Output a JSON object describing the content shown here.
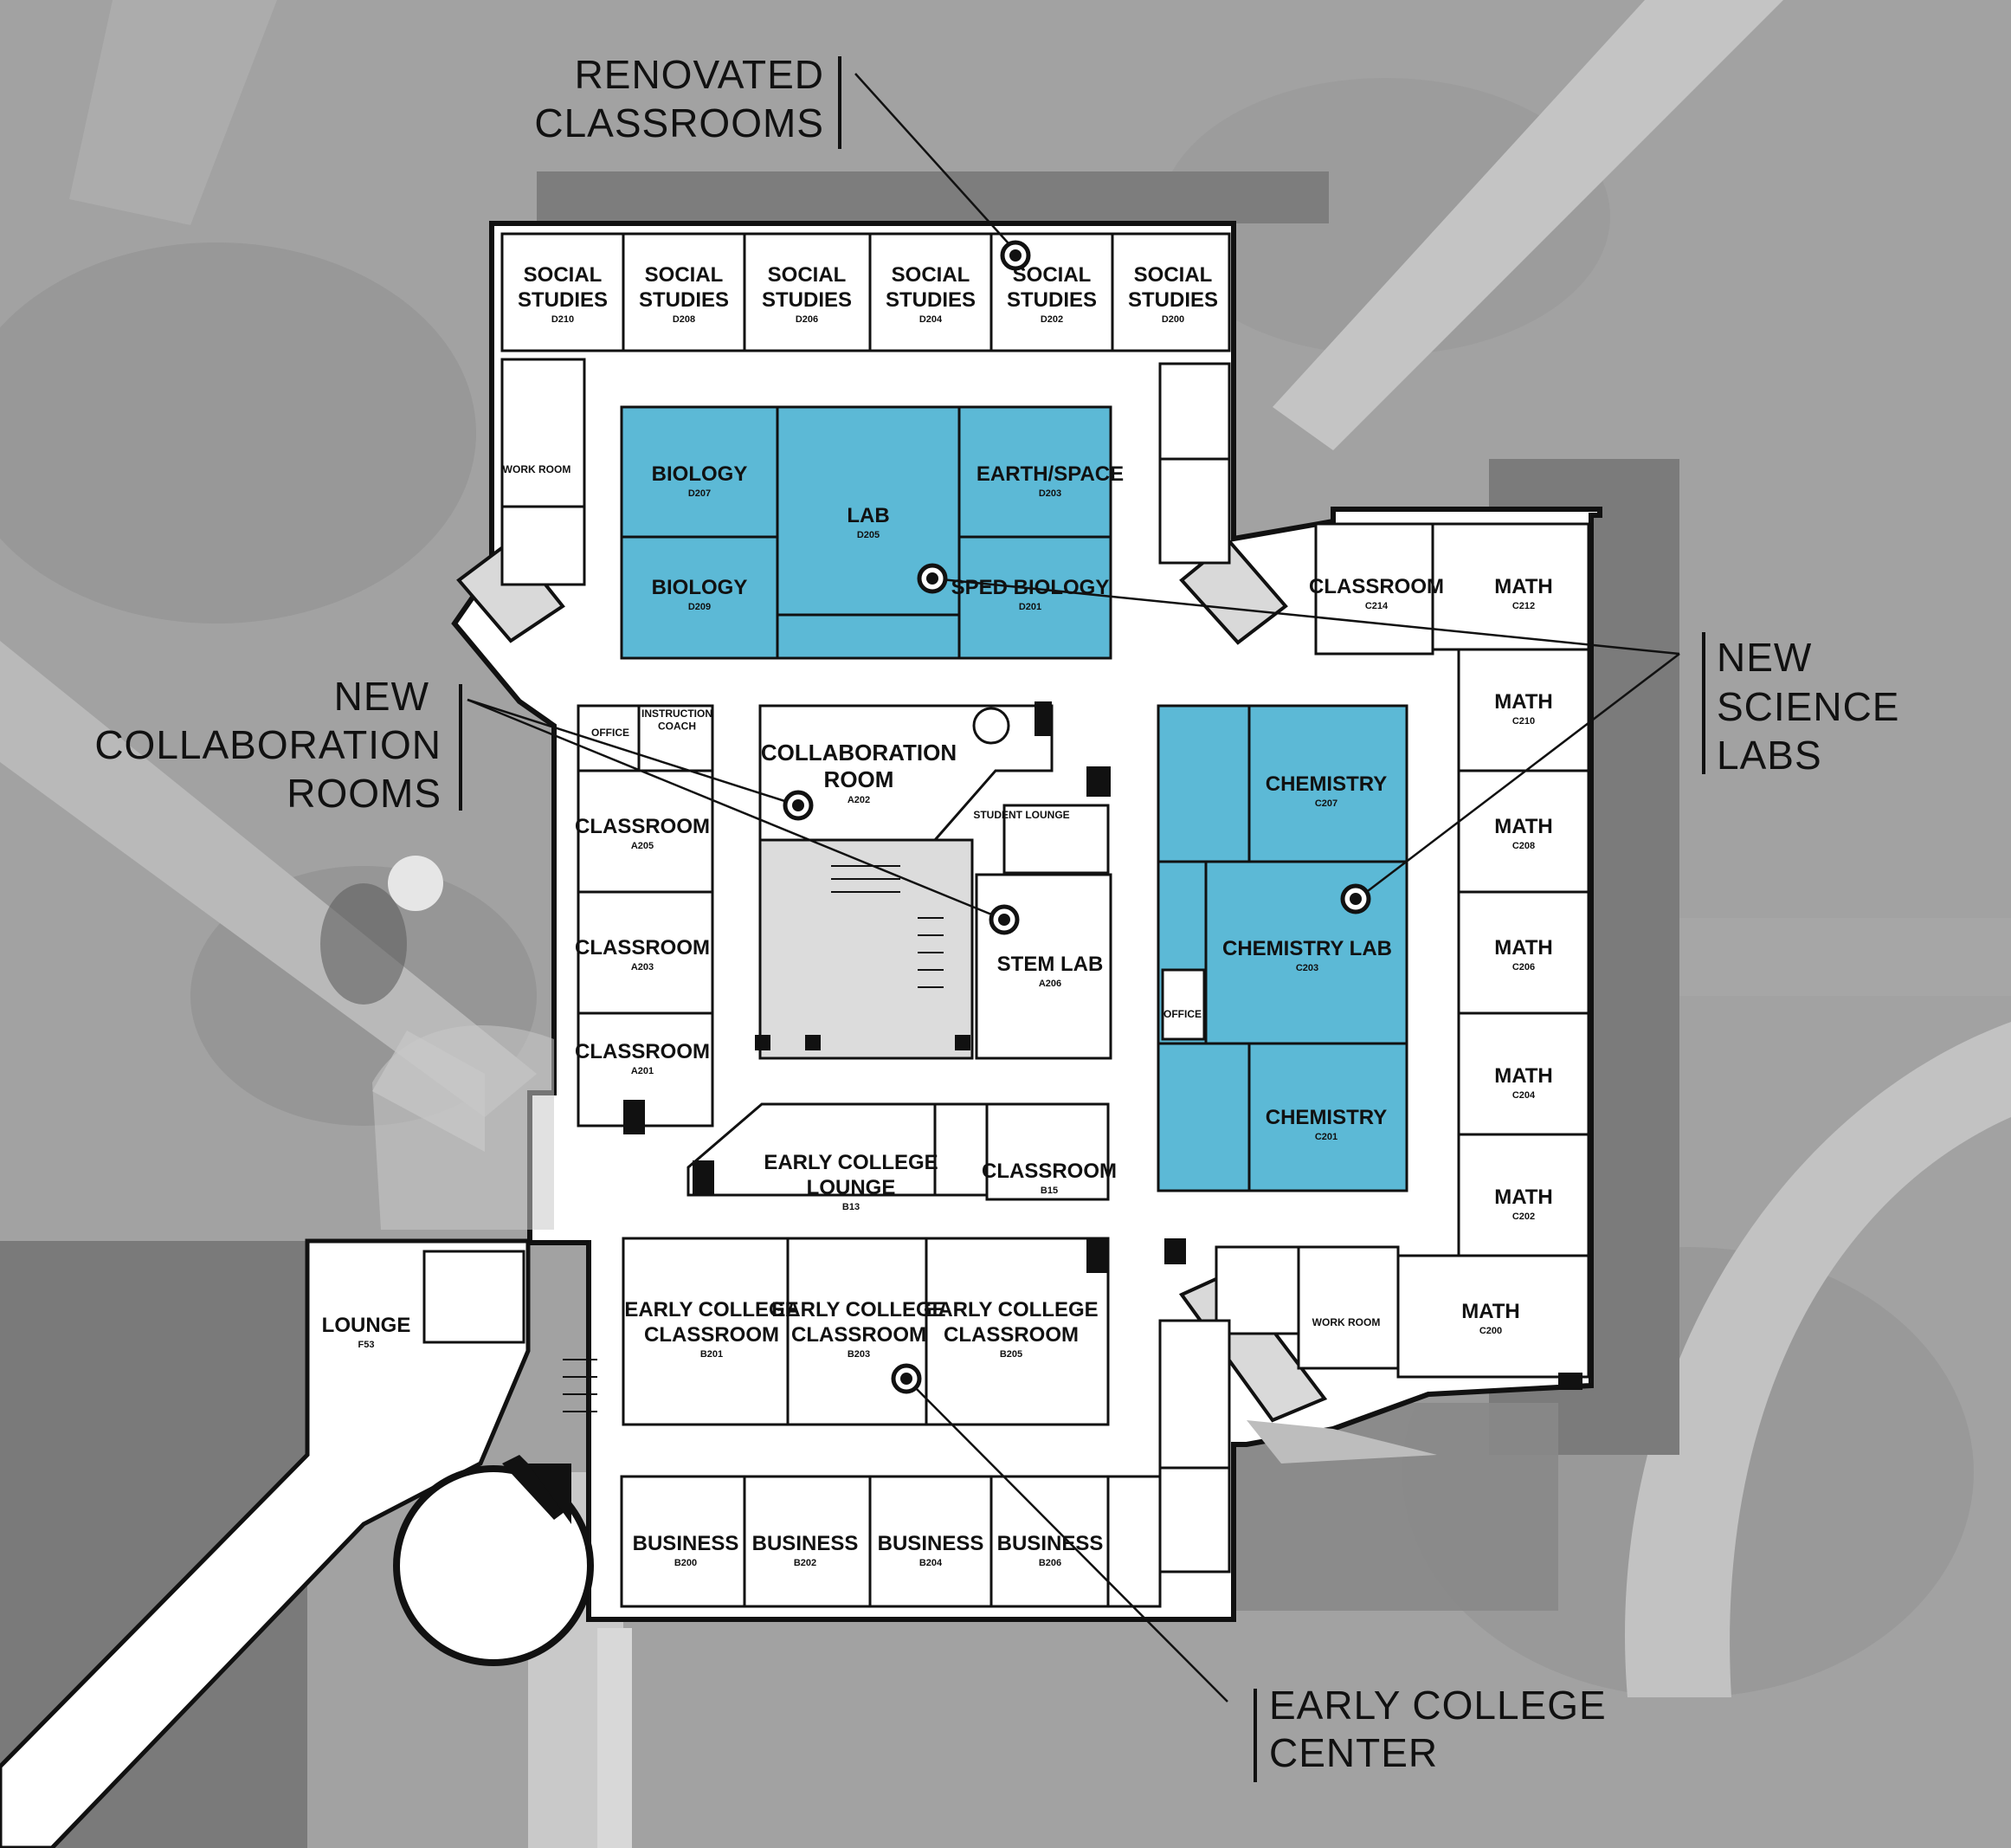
{
  "callouts": {
    "renovated": [
      "RENOVATED",
      "CLASSROOMS"
    ],
    "collab": [
      "NEW",
      "COLLABORATION",
      "ROOMS"
    ],
    "science": [
      "NEW",
      "SCIENCE",
      "LABS"
    ],
    "early": [
      "EARLY COLLEGE",
      "CENTER"
    ]
  },
  "rooms": {
    "d210": {
      "lines": [
        "SOCIAL",
        "STUDIES"
      ],
      "num": "D210"
    },
    "d208": {
      "lines": [
        "SOCIAL",
        "STUDIES"
      ],
      "num": "D208"
    },
    "d206": {
      "lines": [
        "SOCIAL",
        "STUDIES"
      ],
      "num": "D206"
    },
    "d204": {
      "lines": [
        "SOCIAL",
        "STUDIES"
      ],
      "num": "D204"
    },
    "d202": {
      "lines": [
        "SOCIAL",
        "STUDIES"
      ],
      "num": "D202"
    },
    "d200": {
      "lines": [
        "SOCIAL",
        "STUDIES"
      ],
      "num": "D200"
    },
    "workroom_d": {
      "lines": [
        "WORK ROOM"
      ]
    },
    "d207": {
      "lines": [
        "BIOLOGY"
      ],
      "num": "D207"
    },
    "d209": {
      "lines": [
        "BIOLOGY"
      ],
      "num": "D209"
    },
    "d205": {
      "lines": [
        "LAB"
      ],
      "num": "D205"
    },
    "d203": {
      "lines": [
        "EARTH/SPACE"
      ],
      "num": "D203"
    },
    "d201": {
      "lines": [
        "SPED BIOLOGY"
      ],
      "num": "D201"
    },
    "c214": {
      "lines": [
        "CLASSROOM"
      ],
      "num": "C214"
    },
    "c212": {
      "lines": [
        "MATH"
      ],
      "num": "C212"
    },
    "c210": {
      "lines": [
        "MATH"
      ],
      "num": "C210"
    },
    "c208": {
      "lines": [
        "MATH"
      ],
      "num": "C208"
    },
    "c206": {
      "lines": [
        "MATH"
      ],
      "num": "C206"
    },
    "c204": {
      "lines": [
        "MATH"
      ],
      "num": "C204"
    },
    "c202": {
      "lines": [
        "MATH"
      ],
      "num": "C202"
    },
    "c200": {
      "lines": [
        "MATH"
      ],
      "num": "C200"
    },
    "workroom_c": {
      "lines": [
        "WORK ROOM"
      ]
    },
    "c207": {
      "lines": [
        "CHEMISTRY"
      ],
      "num": "C207"
    },
    "c203": {
      "lines": [
        "CHEMISTRY LAB"
      ],
      "num": "C203"
    },
    "c201": {
      "lines": [
        "CHEMISTRY"
      ],
      "num": "C201"
    },
    "office_c": {
      "lines": [
        "OFFICE"
      ]
    },
    "office_a": {
      "lines": [
        "OFFICE"
      ]
    },
    "coach": {
      "lines": [
        "INSTRUCTION",
        "COACH"
      ]
    },
    "a202": {
      "lines": [
        "COLLABORATION",
        "ROOM"
      ],
      "num": "A202"
    },
    "student_lounge": {
      "lines": [
        "STUDENT LOUNGE"
      ]
    },
    "a205": {
      "lines": [
        "CLASSROOM"
      ],
      "num": "A205"
    },
    "a203": {
      "lines": [
        "CLASSROOM"
      ],
      "num": "A203"
    },
    "a201": {
      "lines": [
        "CLASSROOM"
      ],
      "num": "A201"
    },
    "a206": {
      "lines": [
        "STEM LAB"
      ],
      "num": "A206"
    },
    "b13": {
      "lines": [
        "EARLY COLLEGE",
        "LOUNGE"
      ],
      "num": "B13"
    },
    "b15": {
      "lines": [
        "CLASSROOM"
      ],
      "num": "B15"
    },
    "b201": {
      "lines": [
        "EARLY COLLEGE",
        "CLASSROOM"
      ],
      "num": "B201"
    },
    "b203": {
      "lines": [
        "EARLY COLLEGE",
        "CLASSROOM"
      ],
      "num": "B203"
    },
    "b205": {
      "lines": [
        "EARLY COLLEGE",
        "CLASSROOM"
      ],
      "num": "B205"
    },
    "b200": {
      "lines": [
        "BUSINESS"
      ],
      "num": "B200"
    },
    "b202": {
      "lines": [
        "BUSINESS"
      ],
      "num": "B202"
    },
    "b204": {
      "lines": [
        "BUSINESS"
      ],
      "num": "B204"
    },
    "b206": {
      "lines": [
        "BUSINESS"
      ],
      "num": "B206"
    },
    "f53": {
      "lines": [
        "LOUNGE"
      ],
      "num": "F53"
    }
  }
}
